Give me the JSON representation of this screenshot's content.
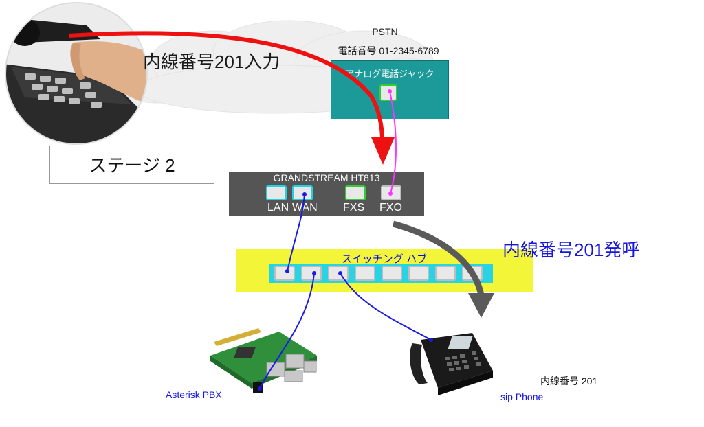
{
  "pstn": {
    "title": "PSTN",
    "phone_number": "電話番号 01-2345-6789",
    "jack_label": "アナログ電話ジャック"
  },
  "input_label": "内線番号201入力",
  "stage_label": "ステージ 2",
  "ata": {
    "title": "GRANDSTREAM HT813",
    "ports": [
      "LAN",
      "WAN",
      "FXS",
      "FXO"
    ]
  },
  "hub": {
    "title": "スイッチング ハブ",
    "port_count": 8
  },
  "call_label": "内線番号201発呼",
  "pbx_label": "Asterisk PBX",
  "sip_phone_label": "sip Phone",
  "extension_label": "内線番号 201",
  "colors": {
    "red_arrow": "#ee1111",
    "grey_arrow": "#5a5a5a",
    "blue_cable": "#1a1ae0",
    "pink_cable": "#ff33ff",
    "hub_fill": "#f3f538",
    "jack_fill": "#1c9a9a",
    "device_fill": "#555555"
  }
}
